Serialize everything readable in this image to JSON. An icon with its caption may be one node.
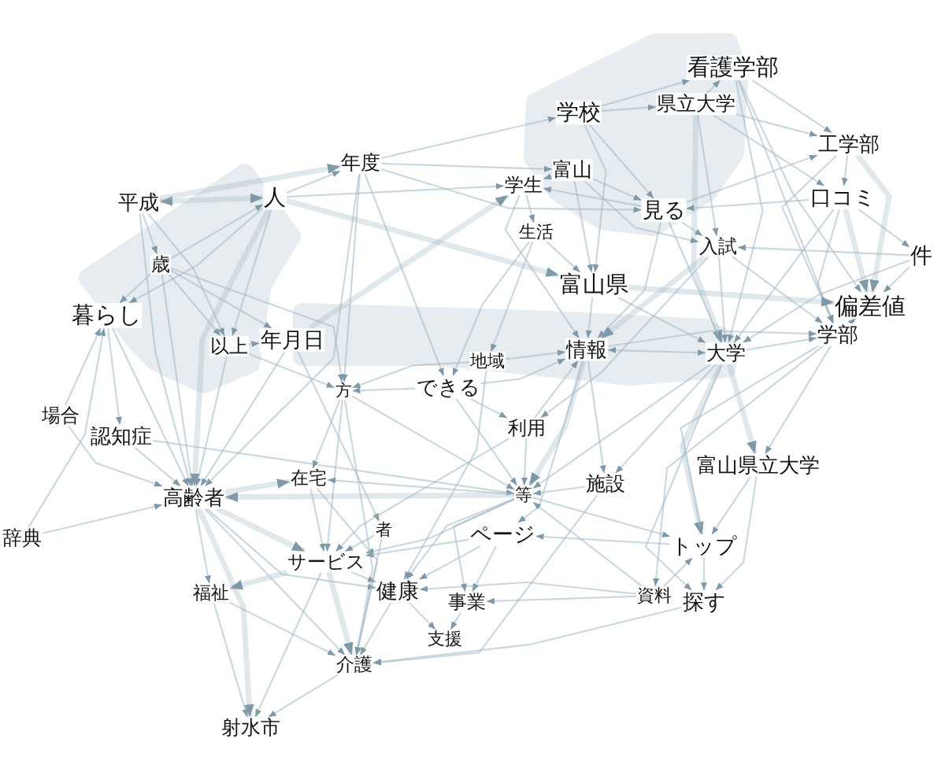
{
  "diagram": {
    "nodes": [
      {
        "text": [
          "看護学部"
        ]
      },
      {
        "text": [
          "学校"
        ]
      },
      {
        "text": [
          "県立大学"
        ]
      },
      {
        "text": [
          "工学部"
        ]
      },
      {
        "text": [
          "年度"
        ]
      },
      {
        "text": [
          "富山"
        ]
      },
      {
        "text": [
          "学生"
        ]
      },
      {
        "text": [
          "平成"
        ]
      },
      {
        "text": [
          "人"
        ]
      },
      {
        "text": [
          "見る"
        ]
      },
      {
        "text": [
          "口コミ"
        ]
      },
      {
        "text": [
          "生活"
        ]
      },
      {
        "text": [
          "入試"
        ]
      },
      {
        "text": [
          "件"
        ]
      },
      {
        "text": [
          "歳"
        ]
      },
      {
        "text": [
          "富山県"
        ]
      },
      {
        "text": [
          "偏差値"
        ]
      },
      {
        "text": [
          "暮らし"
        ]
      },
      {
        "text": [
          "年月日"
        ]
      },
      {
        "text": [
          "以上"
        ]
      },
      {
        "text": [
          "情報"
        ]
      },
      {
        "text": [
          "学部"
        ]
      },
      {
        "text": [
          "大学"
        ]
      },
      {
        "text": [
          "地域"
        ]
      },
      {
        "text": [
          "できる"
        ]
      },
      {
        "text": [
          "方"
        ]
      },
      {
        "text": [
          "場合"
        ]
      },
      {
        "text": [
          "認知症"
        ]
      },
      {
        "text": [
          "利用"
        ]
      },
      {
        "text": [
          "富山県立大学"
        ]
      },
      {
        "text": [
          "在宅"
        ]
      },
      {
        "text": [
          "施設"
        ]
      },
      {
        "text": [
          "高齢者"
        ]
      },
      {
        "text": [
          "等"
        ]
      },
      {
        "text": [
          "者"
        ]
      },
      {
        "text": [
          "ページ"
        ]
      },
      {
        "text": [
          "トップ"
        ]
      },
      {
        "text": [
          "辞典"
        ]
      },
      {
        "text": [
          "サービス"
        ]
      },
      {
        "text": [
          "健康"
        ]
      },
      {
        "text": [
          "福祉"
        ]
      },
      {
        "text": [
          "事業"
        ]
      },
      {
        "text": [
          "資料"
        ]
      },
      {
        "text": [
          "探す"
        ]
      },
      {
        "text": [
          "支援"
        ]
      },
      {
        "text": [
          "介護"
        ]
      },
      {
        "text": [
          "射水市"
        ]
      }
    ],
    "edges": [
      {
        "from": 7,
        "to": 8,
        "arrow": "both",
        "style": "thick"
      },
      {
        "from": 7,
        "to": 4,
        "arrow": "to",
        "style": "thick"
      },
      {
        "from": 7,
        "to": 14,
        "arrow": "to"
      },
      {
        "from": 7,
        "to": 19,
        "arrow": "to"
      },
      {
        "from": 7,
        "to": 32,
        "arrow": "to"
      },
      {
        "from": 14,
        "to": 8,
        "arrow": "to"
      },
      {
        "from": 8,
        "to": 32,
        "arrow": "to",
        "style": "thick"
      },
      {
        "from": 8,
        "to": 4,
        "arrow": "to"
      },
      {
        "from": 8,
        "to": 15,
        "arrow": "to",
        "style": "thick"
      },
      {
        "from": 8,
        "to": 19,
        "arrow": "to"
      },
      {
        "from": 8,
        "to": 17,
        "arrow": "to"
      },
      {
        "from": 8,
        "to": 6,
        "arrow": "to"
      },
      {
        "from": 14,
        "to": 17,
        "arrow": "to"
      },
      {
        "from": 14,
        "to": 19,
        "arrow": "to"
      },
      {
        "from": 14,
        "to": 18,
        "arrow": "to"
      },
      {
        "from": 14,
        "to": 32,
        "arrow": "to"
      },
      {
        "from": 14,
        "to": 25,
        "arrow": "to"
      },
      {
        "from": 26,
        "to": 17,
        "arrow": "to"
      },
      {
        "from": 17,
        "to": 32,
        "arrow": "to"
      },
      {
        "from": 17,
        "to": 27,
        "arrow": "to"
      },
      {
        "from": 26,
        "to": 32,
        "arrow": "to"
      },
      {
        "from": 27,
        "to": 32,
        "arrow": "to"
      },
      {
        "from": 27,
        "to": 33,
        "arrow": "to"
      },
      {
        "from": 37,
        "to": 32,
        "arrow": "to"
      },
      {
        "from": 37,
        "to": 17,
        "arrow": "to"
      },
      {
        "from": 19,
        "to": 32,
        "arrow": "to"
      },
      {
        "from": 19,
        "to": 25,
        "arrow": "to"
      },
      {
        "from": 19,
        "to": 18,
        "arrow": "to"
      },
      {
        "from": 18,
        "to": 6,
        "arrow": "to",
        "style": "thick"
      },
      {
        "from": 18,
        "to": 32,
        "arrow": "to"
      },
      {
        "from": 18,
        "to": 34,
        "arrow": "to"
      },
      {
        "from": 4,
        "to": 1,
        "arrow": "to"
      },
      {
        "from": 4,
        "to": 5,
        "arrow": "to"
      },
      {
        "from": 4,
        "to": 9,
        "arrow": "to"
      },
      {
        "from": 4,
        "to": 25,
        "arrow": "to"
      },
      {
        "from": 4,
        "to": 24,
        "arrow": "to"
      },
      {
        "from": 4,
        "to": 32,
        "arrow": "to"
      },
      {
        "from": 1,
        "to": 2,
        "arrow": "to"
      },
      {
        "from": 1,
        "to": 0,
        "arrow": "to"
      },
      {
        "from": 1,
        "to": 15,
        "arrow": "to"
      },
      {
        "from": 1,
        "to": 9,
        "arrow": "to"
      },
      {
        "from": 2,
        "to": 0,
        "arrow": "to"
      },
      {
        "from": 2,
        "to": 12,
        "arrow": "to"
      },
      {
        "from": 2,
        "to": 22,
        "arrow": "to",
        "style": "thick"
      },
      {
        "from": 2,
        "to": 3,
        "arrow": "to"
      },
      {
        "from": 2,
        "to": 10,
        "arrow": "to"
      },
      {
        "from": 0,
        "to": 3,
        "arrow": "to"
      },
      {
        "from": 0,
        "to": 16,
        "arrow": "to"
      },
      {
        "from": 0,
        "to": 21,
        "arrow": "to"
      },
      {
        "from": 0,
        "to": 22,
        "arrow": "to"
      },
      {
        "from": 3,
        "to": 10,
        "arrow": "to"
      },
      {
        "from": 3,
        "to": 16,
        "arrow": "to",
        "style": "thick"
      },
      {
        "from": 3,
        "to": 21,
        "arrow": "to"
      },
      {
        "from": 9,
        "to": 3,
        "arrow": "to"
      },
      {
        "from": 10,
        "to": 13,
        "arrow": "to"
      },
      {
        "from": 10,
        "to": 16,
        "arrow": "to",
        "style": "thick"
      },
      {
        "from": 10,
        "to": 21,
        "arrow": "to"
      },
      {
        "from": 10,
        "to": 9,
        "arrow": "to"
      },
      {
        "from": 10,
        "to": 22,
        "arrow": "to"
      },
      {
        "from": 13,
        "to": 16,
        "arrow": "to"
      },
      {
        "from": 13,
        "to": 22,
        "arrow": "to"
      },
      {
        "from": 13,
        "to": 12,
        "arrow": "to"
      },
      {
        "from": 9,
        "to": 12,
        "arrow": "to"
      },
      {
        "from": 9,
        "to": 6,
        "arrow": "to"
      },
      {
        "from": 5,
        "to": 9,
        "arrow": "to"
      },
      {
        "from": 9,
        "to": 20,
        "arrow": "to"
      },
      {
        "from": 9,
        "to": 22,
        "arrow": "to"
      },
      {
        "from": 5,
        "to": 6,
        "arrow": "to"
      },
      {
        "from": 5,
        "to": 15,
        "arrow": "to"
      },
      {
        "from": 5,
        "to": 12,
        "arrow": "to"
      },
      {
        "from": 6,
        "to": 11,
        "arrow": "to"
      },
      {
        "from": 6,
        "to": 20,
        "arrow": "to"
      },
      {
        "from": 11,
        "to": 15,
        "arrow": "to"
      },
      {
        "from": 11,
        "to": 24,
        "arrow": "to"
      },
      {
        "from": 11,
        "to": 23,
        "arrow": "to"
      },
      {
        "from": 15,
        "to": 20,
        "arrow": "to"
      },
      {
        "from": 15,
        "to": 16,
        "arrow": "to",
        "style": "thick"
      },
      {
        "from": 15,
        "to": 22,
        "arrow": "to"
      },
      {
        "from": 12,
        "to": 22,
        "arrow": "to"
      },
      {
        "from": 12,
        "to": 21,
        "arrow": "to"
      },
      {
        "from": 12,
        "to": 20,
        "arrow": "to",
        "style": "thick"
      },
      {
        "from": 12,
        "to": 28,
        "arrow": "to"
      },
      {
        "from": 23,
        "to": 20,
        "arrow": "to"
      },
      {
        "from": 24,
        "to": 20,
        "arrow": "to"
      },
      {
        "from": 20,
        "to": 22,
        "arrow": "both"
      },
      {
        "from": 20,
        "to": 33,
        "arrow": "to",
        "style": "thick"
      },
      {
        "from": 28,
        "to": 20,
        "arrow": "to"
      },
      {
        "from": 20,
        "to": 35,
        "arrow": "to"
      },
      {
        "from": 20,
        "to": 31,
        "arrow": "to"
      },
      {
        "from": 20,
        "to": 21,
        "arrow": "to"
      },
      {
        "from": 22,
        "to": 21,
        "arrow": "to"
      },
      {
        "from": 22,
        "to": 29,
        "arrow": "to",
        "style": "thick"
      },
      {
        "from": 22,
        "to": 36,
        "arrow": "to",
        "style": "thick"
      },
      {
        "from": 22,
        "to": 43,
        "arrow": "to"
      },
      {
        "from": 22,
        "to": 31,
        "arrow": "to"
      },
      {
        "from": 22,
        "to": 33,
        "arrow": "to"
      },
      {
        "from": 21,
        "to": 29,
        "arrow": "to"
      },
      {
        "from": 21,
        "to": 36,
        "arrow": "to"
      },
      {
        "from": 21,
        "to": 16,
        "arrow": "to"
      },
      {
        "from": 21,
        "to": 42,
        "arrow": "to"
      },
      {
        "from": 29,
        "to": 36,
        "arrow": "to"
      },
      {
        "from": 29,
        "to": 43,
        "arrow": "to"
      },
      {
        "from": 36,
        "to": 43,
        "arrow": "to"
      },
      {
        "from": 33,
        "to": 36,
        "arrow": "to"
      },
      {
        "from": 36,
        "to": 35,
        "arrow": "to"
      },
      {
        "from": 42,
        "to": 36,
        "arrow": "to"
      },
      {
        "from": 42,
        "to": 33,
        "arrow": "to"
      },
      {
        "from": 42,
        "to": 41,
        "arrow": "to"
      },
      {
        "from": 42,
        "to": 39,
        "arrow": "to"
      },
      {
        "from": 43,
        "to": 45,
        "arrow": "to"
      },
      {
        "from": 23,
        "to": 25,
        "arrow": "to"
      },
      {
        "from": 24,
        "to": 25,
        "arrow": "to"
      },
      {
        "from": 23,
        "to": 39,
        "arrow": "to"
      },
      {
        "from": 24,
        "to": 33,
        "arrow": "to"
      },
      {
        "from": 24,
        "to": 28,
        "arrow": "to"
      },
      {
        "from": 25,
        "to": 30,
        "arrow": "to"
      },
      {
        "from": 25,
        "to": 38,
        "arrow": "to"
      },
      {
        "from": 25,
        "to": 45,
        "arrow": "to"
      },
      {
        "from": 25,
        "to": 33,
        "arrow": "to"
      },
      {
        "from": 28,
        "to": 33,
        "arrow": "to"
      },
      {
        "from": 28,
        "to": 38,
        "arrow": "to"
      },
      {
        "from": 33,
        "to": 30,
        "arrow": "to"
      },
      {
        "from": 33,
        "to": 32,
        "arrow": "to",
        "style": "thick"
      },
      {
        "from": 33,
        "to": 38,
        "arrow": "to"
      },
      {
        "from": 33,
        "to": 41,
        "arrow": "to"
      },
      {
        "from": 33,
        "to": 39,
        "arrow": "to"
      },
      {
        "from": 31,
        "to": 33,
        "arrow": "to"
      },
      {
        "from": 35,
        "to": 41,
        "arrow": "to"
      },
      {
        "from": 35,
        "to": 39,
        "arrow": "to"
      },
      {
        "from": 35,
        "to": 38,
        "arrow": "to"
      },
      {
        "from": 32,
        "to": 30,
        "arrow": "to",
        "style": "thick"
      },
      {
        "from": 32,
        "to": 38,
        "arrow": "to",
        "style": "thick"
      },
      {
        "from": 32,
        "to": 40,
        "arrow": "to"
      },
      {
        "from": 32,
        "to": 45,
        "arrow": "to"
      },
      {
        "from": 32,
        "to": 46,
        "arrow": "to",
        "style": "thick"
      },
      {
        "from": 32,
        "to": 39,
        "arrow": "to"
      },
      {
        "from": 30,
        "to": 38,
        "arrow": "to"
      },
      {
        "from": 30,
        "to": 45,
        "arrow": "to"
      },
      {
        "from": 38,
        "to": 40,
        "arrow": "to",
        "style": "thick"
      },
      {
        "from": 38,
        "to": 45,
        "arrow": "to",
        "style": "thick"
      },
      {
        "from": 38,
        "to": 39,
        "arrow": "to"
      },
      {
        "from": 38,
        "to": 46,
        "arrow": "to"
      },
      {
        "from": 40,
        "to": 45,
        "arrow": "to"
      },
      {
        "from": 40,
        "to": 46,
        "arrow": "to"
      },
      {
        "from": 39,
        "to": 44,
        "arrow": "to"
      },
      {
        "from": 39,
        "to": 45,
        "arrow": "to"
      },
      {
        "from": 41,
        "to": 44,
        "arrow": "to"
      },
      {
        "from": 45,
        "to": 46,
        "arrow": "to"
      },
      {
        "from": 31,
        "to": 45,
        "arrow": "to"
      },
      {
        "from": 34,
        "to": 45,
        "arrow": "to"
      },
      {
        "from": 34,
        "to": 38,
        "arrow": "to"
      }
    ]
  }
}
